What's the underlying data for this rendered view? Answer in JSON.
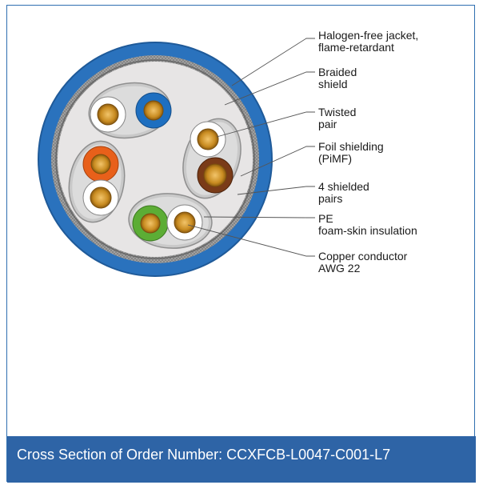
{
  "diagram": {
    "callouts": [
      {
        "line1": "Halogen-free jacket,",
        "line2": "flame-retardant"
      },
      {
        "line1": "Braided",
        "line2": "shield"
      },
      {
        "line1": "Twisted",
        "line2": "pair"
      },
      {
        "line1": "Foil shielding",
        "line2": "(PiMF)"
      },
      {
        "line1": "4 shielded",
        "line2": "pairs"
      },
      {
        "line1": "PE",
        "line2": "foam-skin insulation"
      },
      {
        "line1": "Copper conductor",
        "line2": "AWG 22"
      }
    ],
    "colors": {
      "jacket": "#2a72bd",
      "braid": "#9a9a9a",
      "filler": "#e7e5e5",
      "foil": "#c9c9c9",
      "copper": "#c48a1f",
      "insulation_blue": "#1e6fc0",
      "insulation_orange": "#e8601a",
      "insulation_green": "#5cad35",
      "insulation_brown": "#7a3b18",
      "insulation_white": "#ffffff",
      "caption_bar": "#2e64a6"
    }
  },
  "caption": {
    "text": "Cross Section of Order Number: CCXFCB-L0047-C001-L7"
  }
}
